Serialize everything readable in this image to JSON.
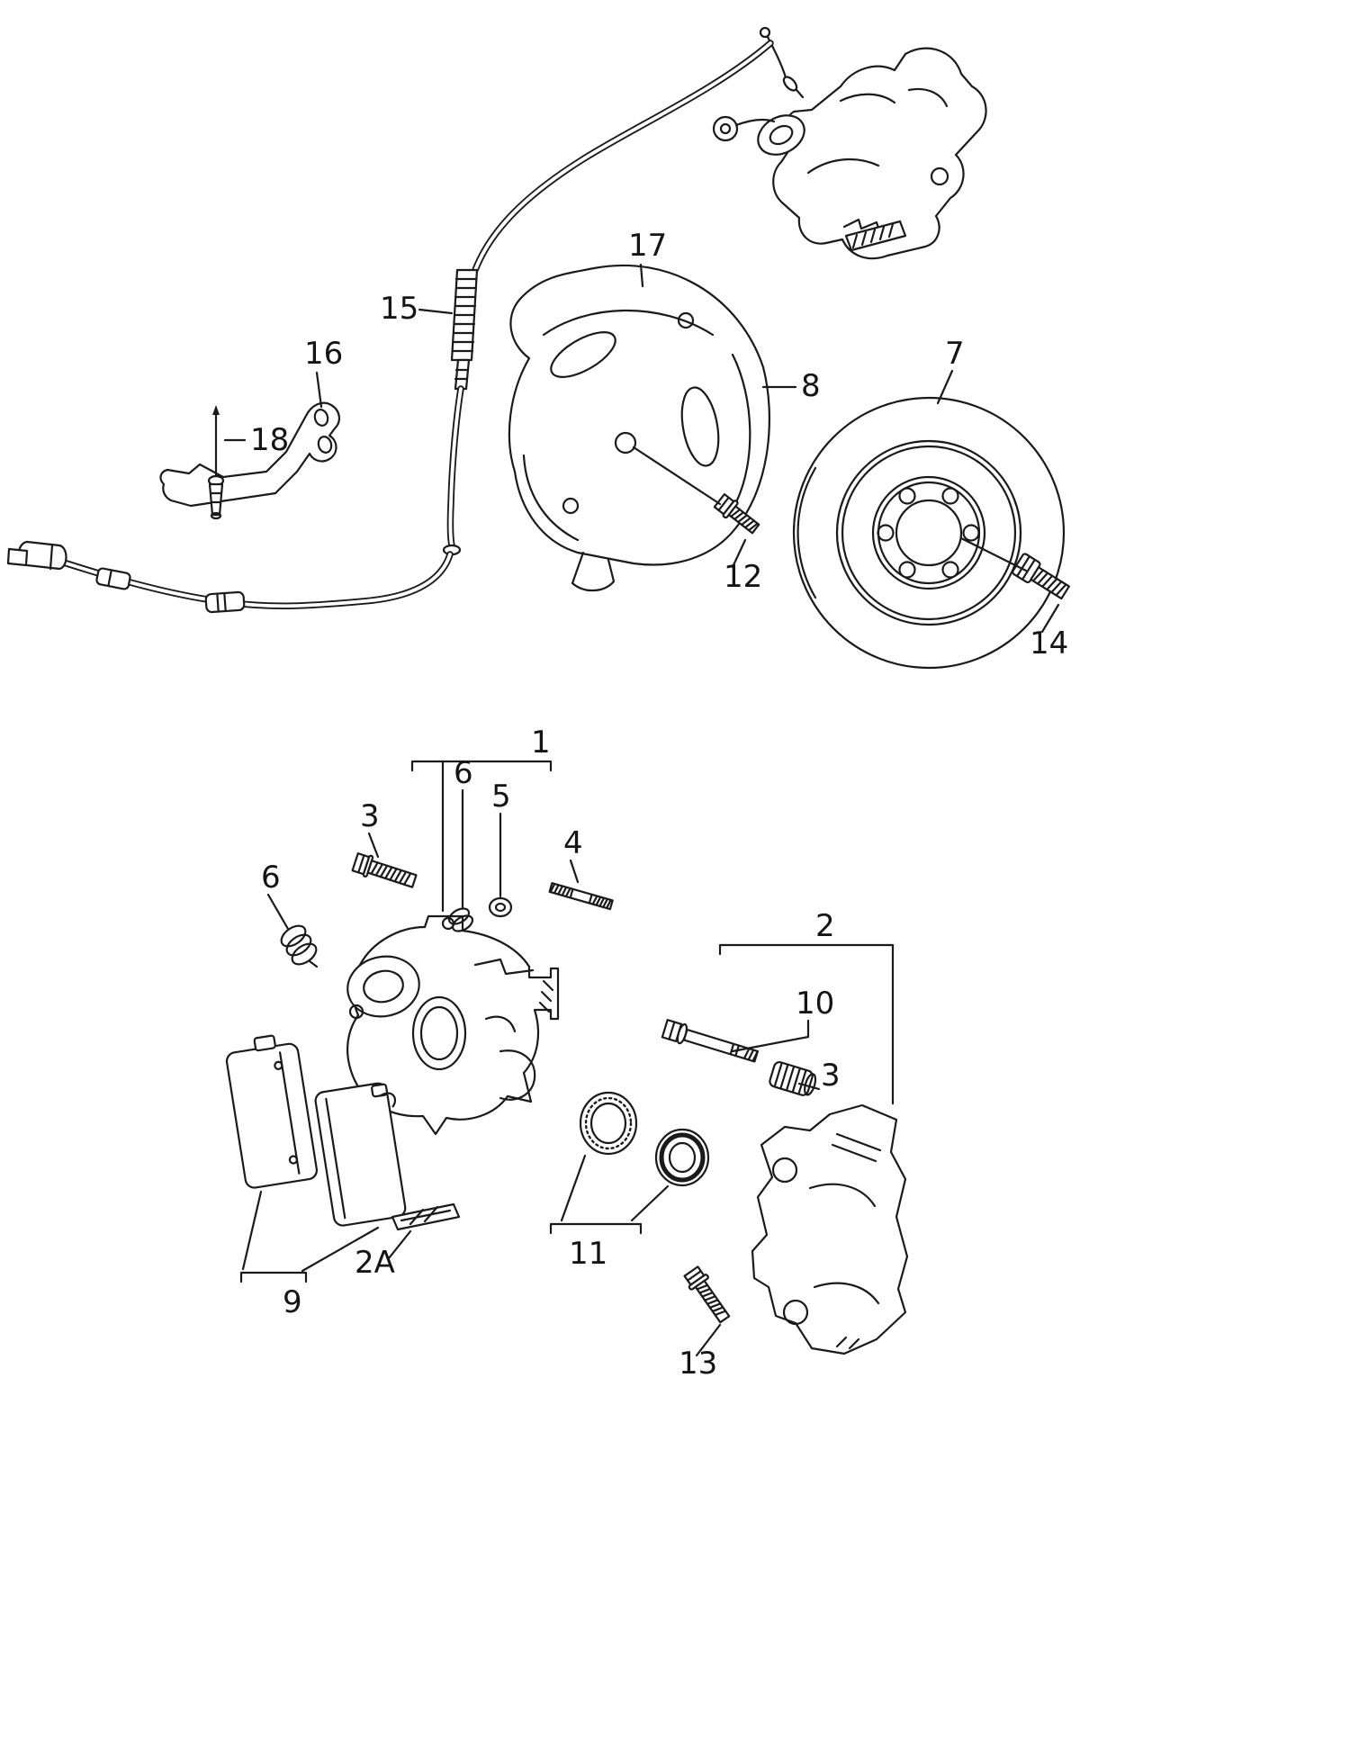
{
  "diagram": {
    "background": "#ffffff",
    "ink": "#1a1a1a",
    "callouts": [
      {
        "text": "17"
      },
      {
        "text": "15"
      },
      {
        "text": "16"
      },
      {
        "text": "18"
      },
      {
        "text": "8"
      },
      {
        "text": "7"
      },
      {
        "text": "12"
      },
      {
        "text": "14"
      },
      {
        "text": "1"
      },
      {
        "text": "6"
      },
      {
        "text": "5"
      },
      {
        "text": "3"
      },
      {
        "text": "4"
      },
      {
        "text": "6"
      },
      {
        "text": "2"
      },
      {
        "text": "10"
      },
      {
        "text": "3"
      },
      {
        "text": "11"
      },
      {
        "text": "2A"
      },
      {
        "text": "9"
      },
      {
        "text": "13"
      }
    ]
  }
}
